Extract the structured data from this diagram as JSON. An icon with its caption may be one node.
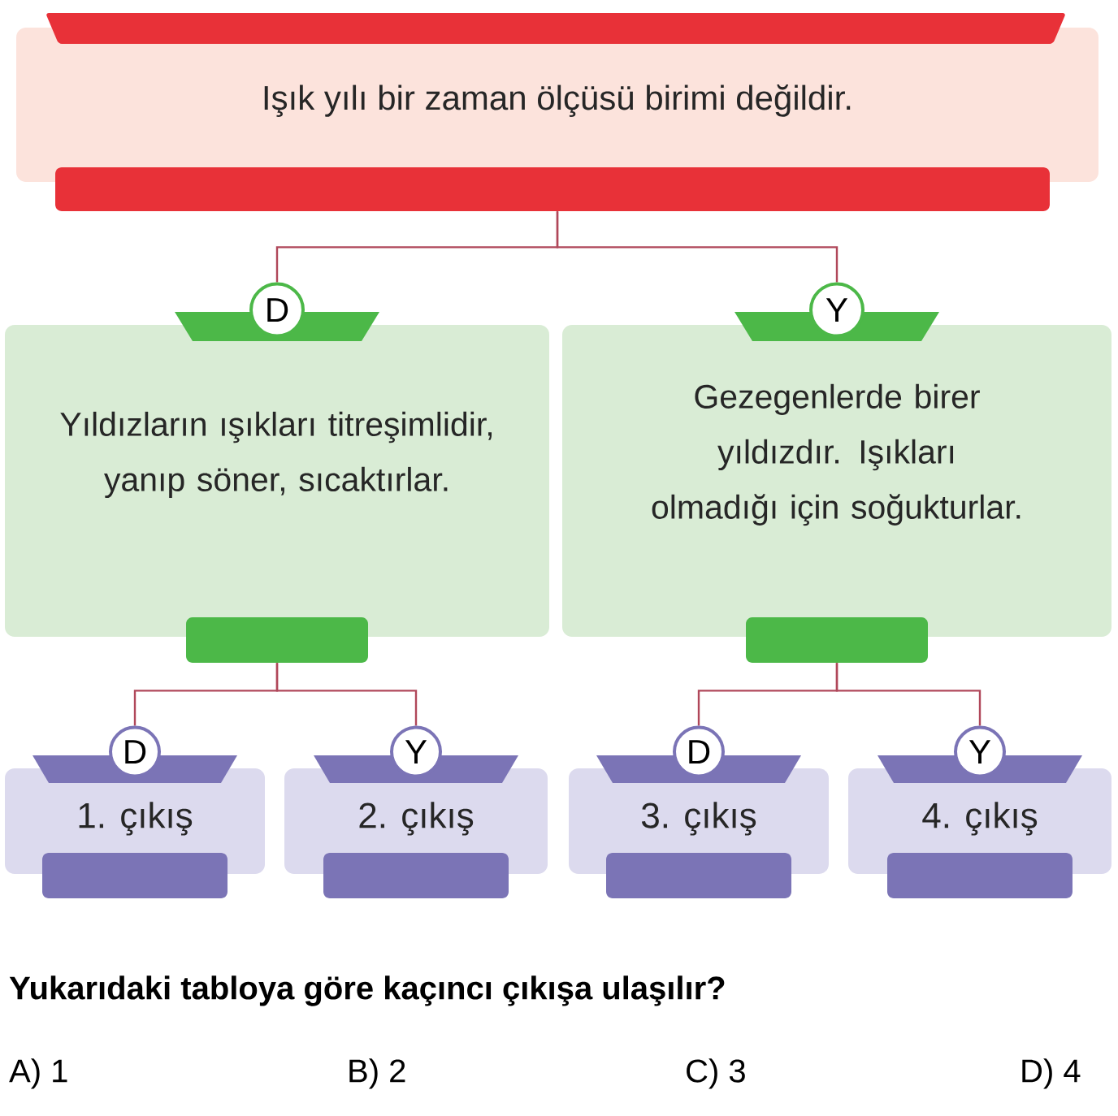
{
  "diagram": {
    "nodes": [
      {
        "text": [
          "Işık yılı bir zaman ölçüsü birimi değildir."
        ]
      },
      {
        "text": [
          "Yıldızların ışıkları titreşimlidir, yanıp söner, sıcaktırlar."
        ]
      },
      {
        "text": [
          "Gezegenlerde birer yıldızdır. Işıkları olmadığı için soğukturlar."
        ]
      },
      {
        "text": [
          "1. çıkış"
        ]
      },
      {
        "text": [
          "2. çıkış"
        ]
      },
      {
        "text": [
          "3. çıkış"
        ]
      },
      {
        "text": [
          "4. çıkış"
        ]
      }
    ],
    "edges": [
      {
        "from": 0,
        "to": 1,
        "arrow": "none",
        "label": "D"
      },
      {
        "from": 0,
        "to": 2,
        "arrow": "none",
        "label": "Y"
      },
      {
        "from": 1,
        "to": 3,
        "arrow": "none",
        "label": "D"
      },
      {
        "from": 1,
        "to": 4,
        "arrow": "none",
        "label": "Y"
      },
      {
        "from": 2,
        "to": 5,
        "arrow": "none",
        "label": "D"
      },
      {
        "from": 2,
        "to": 6,
        "arrow": "none",
        "label": "Y"
      }
    ],
    "labels": [
      "Yukarıdaki tabloya göre kaçıncı çıkışa ulaşılır?",
      "A) 1",
      "B) 2",
      "C) 3",
      "D) 4"
    ]
  }
}
